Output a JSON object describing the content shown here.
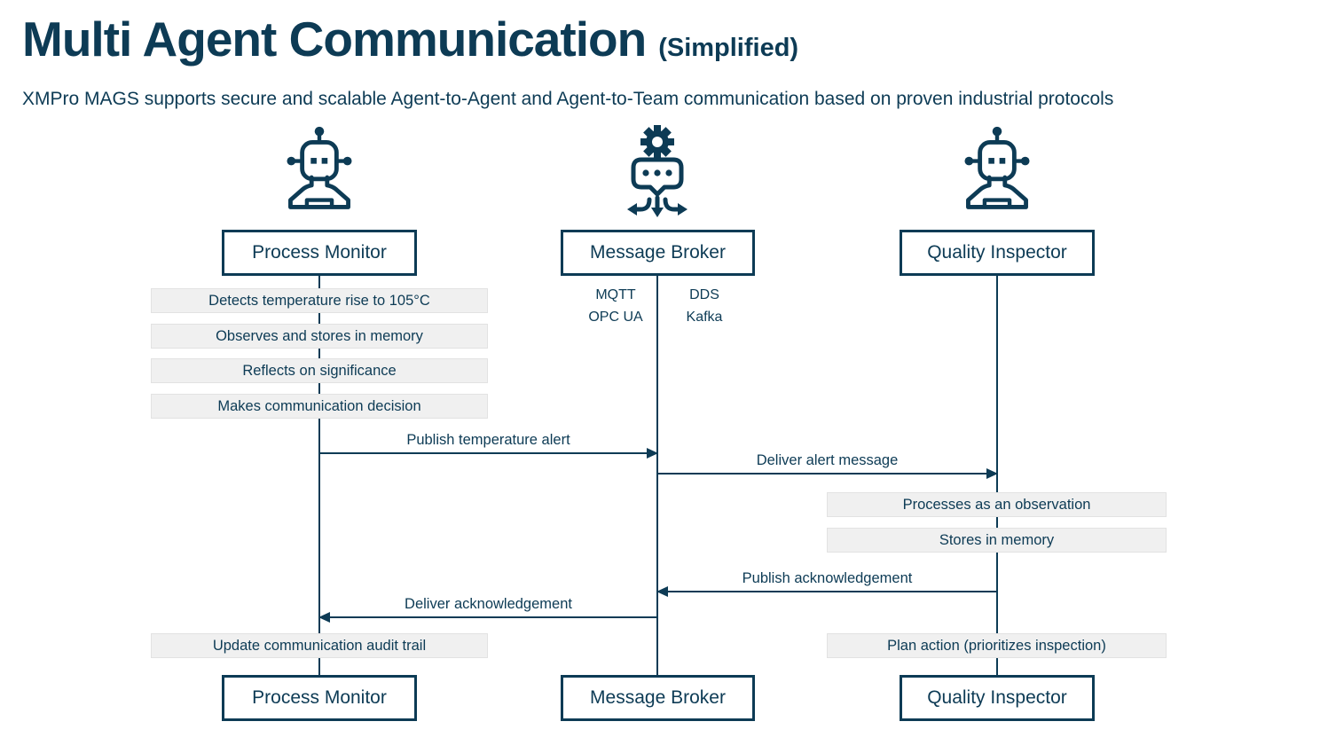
{
  "header": {
    "title": "Multi Agent Communication",
    "title_suffix": "(Simplified)",
    "subtitle": "XMPro MAGS supports secure and scalable Agent-to-Agent and Agent-to-Team communication based on proven industrial protocols"
  },
  "colors": {
    "primary": "#0d3b55",
    "note_bg": "#f0f0f0",
    "note_border": "#e2e2e2",
    "background": "#ffffff"
  },
  "diagram_type": "sequence-diagram",
  "actors": [
    {
      "name": "Process Monitor",
      "icon": "robot-agent-icon"
    },
    {
      "name": "Message Broker",
      "icon": "gear-chat-broker-icon"
    },
    {
      "name": "Quality Inspector",
      "icon": "robot-agent-icon"
    }
  ],
  "broker_protocols": {
    "left": [
      "MQTT",
      "OPC UA"
    ],
    "right": [
      "DDS",
      "Kafka"
    ]
  },
  "notes": [
    {
      "actor": "Process Monitor",
      "text": "Detects temperature rise to 105°C"
    },
    {
      "actor": "Process Monitor",
      "text": "Observes and stores in memory"
    },
    {
      "actor": "Process Monitor",
      "text": "Reflects on significance"
    },
    {
      "actor": "Process Monitor",
      "text": "Makes communication decision"
    },
    {
      "actor": "Quality Inspector",
      "text": "Processes as an observation"
    },
    {
      "actor": "Quality Inspector",
      "text": "Stores in memory"
    },
    {
      "actor": "Process Monitor",
      "text": "Update communication audit trail"
    },
    {
      "actor": "Quality Inspector",
      "text": "Plan action (prioritizes inspection)"
    }
  ],
  "messages": [
    {
      "from": "Process Monitor",
      "to": "Message Broker",
      "label": "Publish temperature alert",
      "direction": "right"
    },
    {
      "from": "Message Broker",
      "to": "Quality Inspector",
      "label": "Deliver alert message",
      "direction": "right"
    },
    {
      "from": "Quality Inspector",
      "to": "Message Broker",
      "label": "Publish acknowledgement",
      "direction": "left"
    },
    {
      "from": "Message Broker",
      "to": "Process Monitor",
      "label": "Deliver acknowledgement",
      "direction": "left"
    }
  ]
}
